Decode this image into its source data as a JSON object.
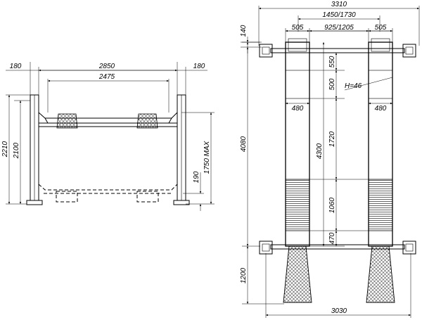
{
  "side_view": {
    "dims": {
      "overall_width": "2850",
      "inner_width": "2475",
      "left_post": "180",
      "right_post": "180",
      "total_height": "2210",
      "height_2100": "2100",
      "max_lift": "1750 MAX",
      "min_height": "190"
    }
  },
  "top_view": {
    "dims": {
      "overall_width": "3310",
      "track_centers": "1450/1730",
      "gap_width": "925/1205",
      "left_track_width": "505",
      "right_track_width": "505",
      "post_offset": "140",
      "overall_length": "4080",
      "length_4300": "4300",
      "top_section": "550",
      "plate_length": "500",
      "plate_height": "H=46",
      "plate_width_left": "480",
      "plate_width_right": "480",
      "mid_section": "1720",
      "slip_plate": "1060",
      "bottom_section": "470",
      "ramp_length": "1200",
      "base_width": "3030"
    }
  },
  "colors": {
    "line": "#000000",
    "background": "#ffffff"
  }
}
